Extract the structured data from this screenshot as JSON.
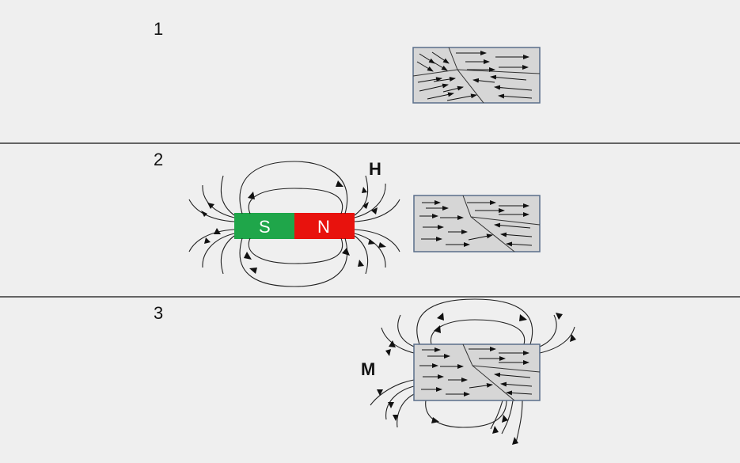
{
  "panels": [
    {
      "number": "1"
    },
    {
      "number": "2",
      "field_label": "H"
    },
    {
      "number": "3",
      "field_label": "M"
    }
  ],
  "magnet": {
    "south_label": "S",
    "north_label": "N",
    "south_color": "#1fa64a",
    "north_color": "#e8120d"
  },
  "sample_color": "#d6d6d6",
  "sample_border": "#5a6f8a",
  "divider_color": "#111111",
  "background": "#efefef"
}
